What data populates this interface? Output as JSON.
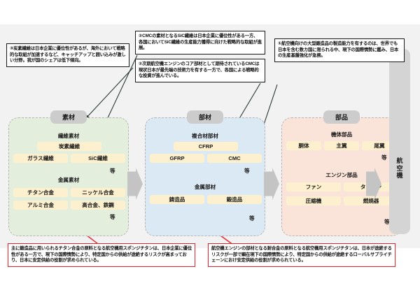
{
  "diagram": {
    "title_vertical": "航空機",
    "notes": [
      {
        "id": "note-carbon",
        "marker": "③",
        "text": "③炭素繊維は日本企業に優位性があるが、海外において戦略的な取組が加速するなど、キャッチアップと囲い込みが激しい分野。我が国のシェアは低下傾向。",
        "border_color": "#1a1a1a"
      },
      {
        "id": "note-sic",
        "marker": "②",
        "text": "②CMCの素材となるSiC繊維は日本企業に優位性がある一方、各国においてSiC繊維の生産能力獲得に向けた戦略的な取組が進展。",
        "border_color": "#1a1a1a"
      },
      {
        "id": "note-cmc",
        "marker": "②",
        "text": "②次期航空機エンジンのコア部材として期待されているCMCは現状日本が最先端の技術力を有する一方で、各国による戦略的な投資が進んでいる。",
        "border_color": "#1a1a1a"
      },
      {
        "id": "note-forge",
        "marker": "①",
        "text": "①航空機向けの大型鍛造品の製造能力を有するのは、世界でも日本を含む数カ国に限られる中、現下の国際情勢に鑑み、日本の生産基盤強化が急務。",
        "border_color": "#1a1a1a"
      },
      {
        "id": "note-titan",
        "marker": "",
        "text": "主に鍛造品に用いられるチタン合金の原料となる航空機用スポンジチタンは、日本企業に優位性がある一方で、現下の国際情勢により、特定国からの供給が途絶するリスクが高まっており、日本に安定供給の役割が求められている。",
        "border_color": "#e8212b"
      },
      {
        "id": "note-heat",
        "marker": "",
        "text": "航空機エンジンの部材となる耐合金の原料となる航空機用スポンジチタンは、日本が途絶するリスクが一部で顕在現下の国際情勢により、特定国からの供給が途絶するローバルサプライチェーンにおけ安定供給の役割が求められている。",
        "border_color": "#e8212b"
      }
    ],
    "stages": [
      {
        "id": "material",
        "title": "素材",
        "fill": "#e4eedd",
        "groups": [
          {
            "label": "繊維素材",
            "rows": [
              [
                "炭素繊維"
              ],
              [
                "ガラス繊維",
                "SiC繊維"
              ]
            ],
            "etc": "等"
          },
          {
            "label": "金属素材",
            "rows": [
              [
                "チタン合金",
                "ニッケル合金"
              ],
              [
                "アルミ合金",
                "高合金、鉄鋼"
              ]
            ],
            "etc": "等"
          }
        ]
      },
      {
        "id": "parts",
        "title": "部材",
        "fill": "#dbe9f5",
        "groups": [
          {
            "label": "複合材部材",
            "rows": [
              [
                "CFRP"
              ],
              [
                "GFRP",
                "CMC"
              ]
            ],
            "etc": "等"
          },
          {
            "label": "金属部材",
            "rows": [
              [
                "鋳造品",
                "鍛造品"
              ]
            ],
            "etc": "等"
          }
        ]
      },
      {
        "id": "comps",
        "title": "部品",
        "fill": "#fae3d8",
        "groups": [
          {
            "label": "機体部品",
            "rows": [
              [
                "胴体",
                "主翼",
                "尾翼"
              ]
            ],
            "etc": "等"
          },
          {
            "label": "エンジン部品",
            "rows": [
              [
                "ファン",
                "タービン"
              ],
              [
                "圧縮機",
                "燃焼器"
              ]
            ],
            "etc": "等"
          }
        ]
      }
    ],
    "colors": {
      "cell_fill": "#fdf0cf",
      "stage_title_fill": "#cccccc",
      "canvas_bg": "#f2f2f2",
      "connector": "#c4c4c4",
      "accent_red": "#e8212b",
      "aircraft_bar": "#d4d4d4"
    }
  }
}
